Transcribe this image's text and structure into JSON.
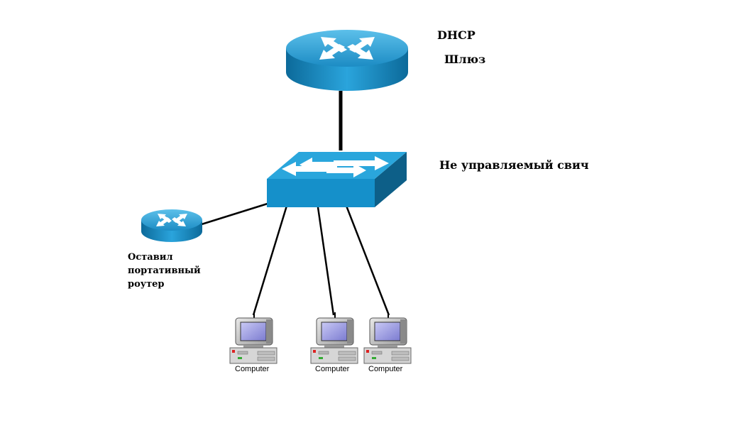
{
  "labels": {
    "dhcp": "DHCP",
    "gateway": "Шлюз",
    "switch": "Не управляемый свич",
    "router_line1": "Оставил",
    "router_line2": "портативный",
    "router_line3": "роутер"
  },
  "computers": [
    {
      "label": "Computer"
    },
    {
      "label": "Computer"
    },
    {
      "label": "Computer"
    }
  ],
  "colors": {
    "device_blue": "#1f90c6",
    "device_dark": "#10608c",
    "device_top": "#3aa8dc",
    "cable": "#000000"
  }
}
